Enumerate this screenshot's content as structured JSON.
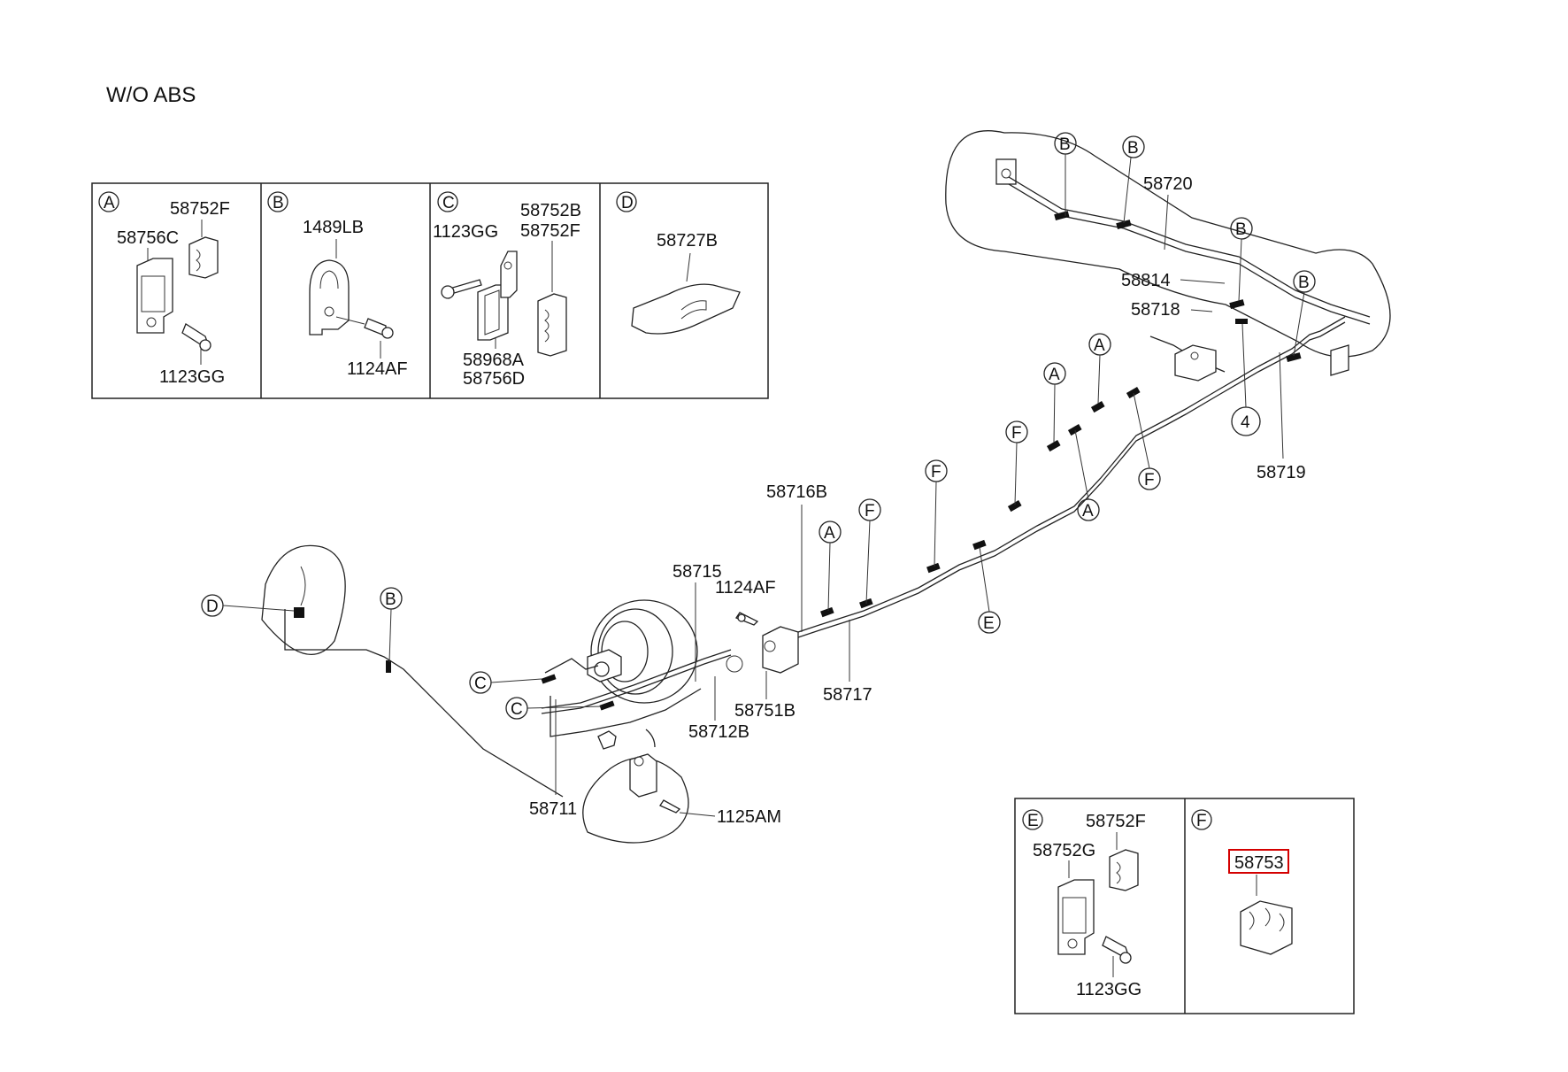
{
  "title": "W/O  ABS",
  "detail_boxes": {
    "A": {
      "letter": "A",
      "parts": [
        "58752F",
        "58756C",
        "1123GG"
      ]
    },
    "B": {
      "letter": "B",
      "parts": [
        "1489LB",
        "1124AF"
      ]
    },
    "C": {
      "letter": "C",
      "parts": [
        "1123GG",
        "58752B",
        "58752F",
        "58968A",
        "58756D"
      ]
    },
    "D": {
      "letter": "D",
      "parts": [
        "58727B"
      ]
    },
    "E": {
      "letter": "E",
      "parts": [
        "58752F",
        "58752G",
        "1123GG"
      ]
    },
    "F": {
      "letter": "F",
      "parts": [
        "58753"
      ]
    }
  },
  "highlighted_part": "58753",
  "main_parts": [
    "58720",
    "58814",
    "58718",
    "58719",
    "58716B",
    "58715",
    "1124AF",
    "58717",
    "58751B",
    "58712B",
    "58711",
    "1125AM"
  ],
  "callouts": [
    "A",
    "B",
    "C",
    "D",
    "E",
    "F",
    "4"
  ]
}
